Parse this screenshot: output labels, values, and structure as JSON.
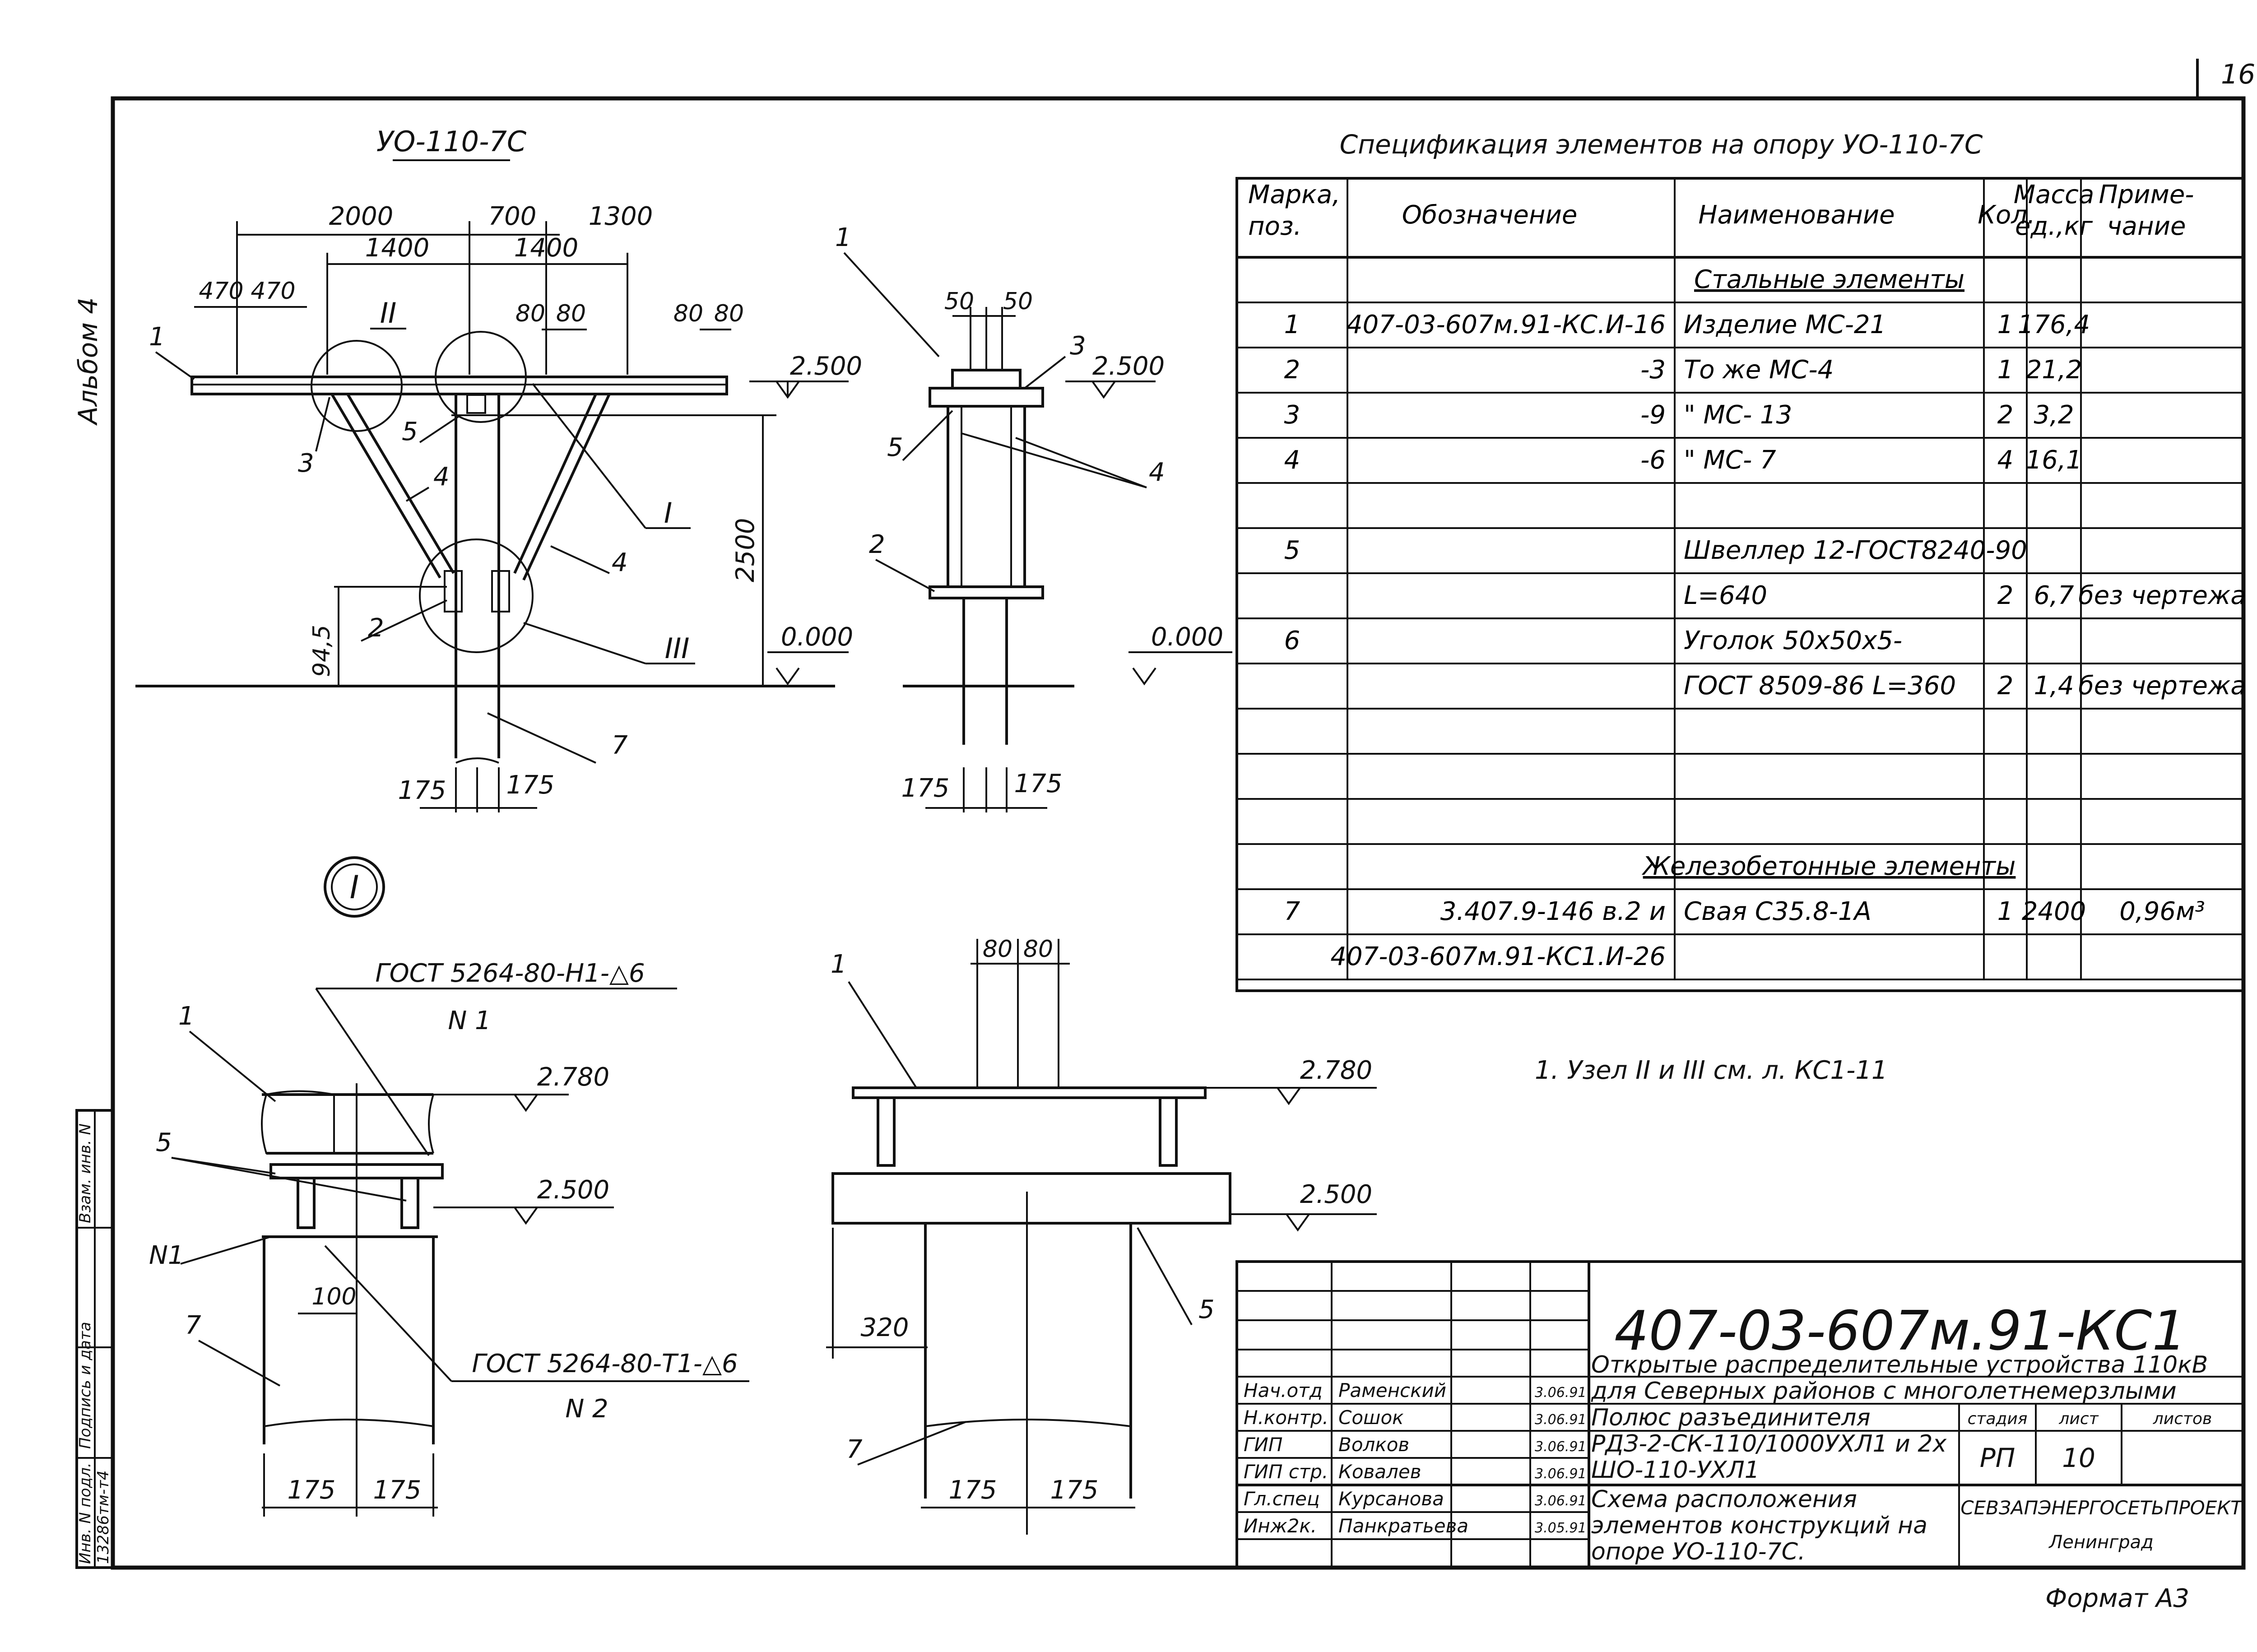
{
  "page_number": "16",
  "side": {
    "album": "Альбом 4",
    "vzam": "Взам. инв. N",
    "podpis": "Подпись и дата",
    "inv_label": "Инв. N подл.",
    "inv_value": "13286тм-т4"
  },
  "view_main": {
    "title": "УО-110-7С",
    "dims_top": [
      "2000",
      "700",
      "1300"
    ],
    "dims_mid": [
      "1400",
      "1400"
    ],
    "dims_small": [
      "470",
      "470",
      "80",
      "80",
      "80",
      "80"
    ],
    "node_II": "II",
    "node_I": "I",
    "node_III": "III",
    "dim_2500": "2500",
    "dim_945": "94,5",
    "elev_2500": "2.500",
    "elev_0": "0.000",
    "bottom_dims": [
      "175",
      "175"
    ],
    "labels": [
      "1",
      "2",
      "3",
      "4",
      "4",
      "5",
      "7"
    ]
  },
  "view_side": {
    "dims_top": [
      "50",
      "50"
    ],
    "elev_2500": "2.500",
    "elev_0": "0.000",
    "bottom_dims": [
      "175",
      "175"
    ],
    "labels": [
      "1",
      "2",
      "3",
      "4",
      "5"
    ]
  },
  "detail_I": {
    "circle_label": "I",
    "gost1": "ГОСТ 5264-80-Н1-△6",
    "n1": "N 1",
    "gost2": "ГОСТ 5264-80-Т1-△6",
    "n2": "N 2",
    "elev_2780": "2.780",
    "elev_2500": "2.500",
    "dim_100": "100",
    "bottom_dims": [
      "175",
      "175"
    ],
    "labels": [
      "1",
      "5",
      "N1",
      "7"
    ]
  },
  "detail_right": {
    "dims_top": [
      "80",
      "80"
    ],
    "elev_2780": "2.780",
    "elev_2500": "2.500",
    "dim_320": "320",
    "bottom_dims": [
      "175",
      "175"
    ],
    "labels": [
      "1",
      "5",
      "7"
    ]
  },
  "spec": {
    "title": "Спецификация элементов на опору УО-110-7С",
    "headers": [
      "Марка, поз.",
      "Обозначение",
      "Наименование",
      "Кол.",
      "Масса ед.,кг",
      "Приме- чание"
    ],
    "rows": [
      [
        "",
        "",
        "Стальные элементы",
        "",
        "",
        ""
      ],
      [
        "1",
        "407-03-607м.91-КС.И-16",
        "Изделие МС-21",
        "1",
        "176,4",
        ""
      ],
      [
        "2",
        "-3",
        "То же МС-4",
        "1",
        "21,2",
        ""
      ],
      [
        "3",
        "-9",
        "\"  МС- 13",
        "2",
        "3,2",
        ""
      ],
      [
        "4",
        "-6",
        "\"  МС- 7",
        "4",
        "16,1",
        ""
      ],
      [
        "",
        "",
        "",
        "",
        "",
        ""
      ],
      [
        "5",
        "",
        "Швеллер 12-ГОСТ8240-90",
        "",
        "",
        ""
      ],
      [
        "",
        "",
        "L=640",
        "2",
        "6,7",
        "без чертежа"
      ],
      [
        "6",
        "",
        "Уголок 50х50х5-",
        "",
        "",
        ""
      ],
      [
        "",
        "",
        "ГОСТ 8509-86 L=360",
        "2",
        "1,4",
        "без чертежа"
      ],
      [
        "",
        "",
        "",
        "",
        "",
        ""
      ],
      [
        "",
        "",
        "",
        "",
        "",
        ""
      ],
      [
        "",
        "",
        "",
        "",
        "",
        ""
      ],
      [
        "",
        "",
        "Железобетонные элементы",
        "",
        "",
        ""
      ],
      [
        "7",
        "3.407.9-146 в.2  и",
        "Свая С35.8-1А",
        "1",
        "2400",
        "0,96м³"
      ],
      [
        "",
        "407-03-607м.91-КС1.И-26",
        "",
        "",
        "",
        ""
      ]
    ]
  },
  "note": "1. Узел II и III см. л. КС1-11",
  "stamp": {
    "code": "407-03-607м.91-КС1",
    "project_title": "Открытые распределительные устройства 110кВ для Северных районов с многолетнемерзлыми грунтами",
    "sheet_title_1": "Полюс разъединителя РДЗ-2-СК-110/1000УХЛ1 и 2х ШО-110-УХЛ1",
    "sheet_title_2": "Схема расположения элементов конструкций на опоре УО-110-7С.",
    "stage_label": "стадия",
    "sheet_label": "лист",
    "sheets_label": "листов",
    "stage": "РП",
    "sheet": "10",
    "org": "СЕВЗАПЭНЕРГОСЕТЬПРОЕКТ",
    "city": "Ленинград",
    "people": [
      {
        "role": "Нач.отд",
        "name": "Раменский",
        "date": "3.06.91"
      },
      {
        "role": "Н.контр.",
        "name": "Сошок",
        "date": "3.06.91"
      },
      {
        "role": "ГИП",
        "name": "Волков",
        "date": "3.06.91"
      },
      {
        "role": "ГИП стр.",
        "name": "Ковалев",
        "date": "3.06.91"
      },
      {
        "role": "Гл.спец",
        "name": "Курсанова",
        "date": "3.06.91"
      },
      {
        "role": "Инж2к.",
        "name": "Панкратьева",
        "date": "3.05.91"
      }
    ]
  },
  "format": "Формат А3"
}
